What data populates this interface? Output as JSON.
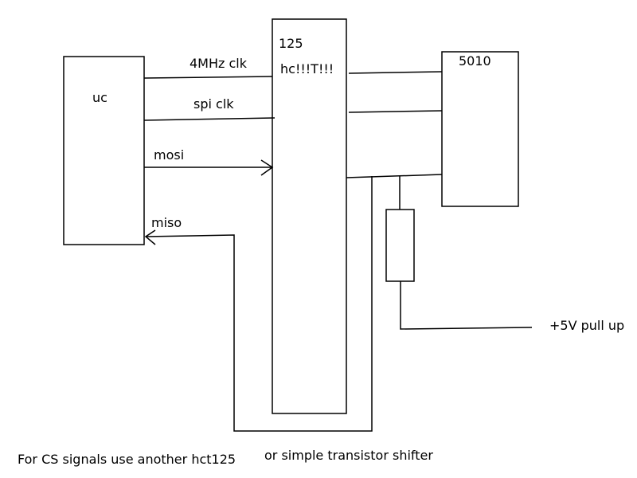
{
  "blocks": {
    "uc": "uc",
    "buffer_line1": "125",
    "buffer_line2": "hc!!!T!!!",
    "eeprom": "5010"
  },
  "signals": {
    "clk_4mhz": "4MHz clk",
    "spi_clk": "spi clk",
    "mosi": "mosi",
    "miso": "miso",
    "pullup": "+5V pull up"
  },
  "notes": {
    "cs_note": "For CS signals use another hct125",
    "alt_note": "or simple transistor shifter"
  }
}
